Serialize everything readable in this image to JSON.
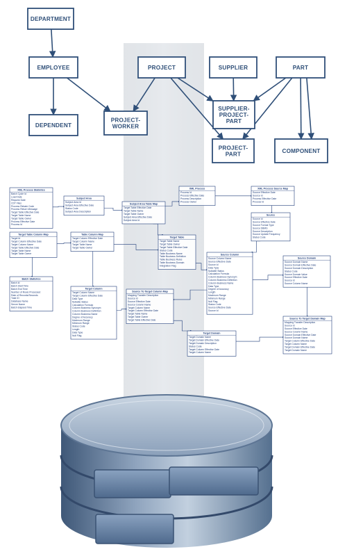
{
  "er_diagram": {
    "entities": [
      {
        "id": "department",
        "label": "DEPARTMENT"
      },
      {
        "id": "employee",
        "label": "EMPLOYEE"
      },
      {
        "id": "project",
        "label": "PROJECT"
      },
      {
        "id": "supplier",
        "label": "SUPPLIER"
      },
      {
        "id": "part",
        "label": "PART"
      },
      {
        "id": "dependent",
        "label": "DEPENDENT"
      },
      {
        "id": "project_worker",
        "label_lines": [
          "PROJECT-",
          "WORKER"
        ]
      },
      {
        "id": "supplier_project_part",
        "label_lines": [
          "SUPPLIER-",
          "PROJECT-",
          "PART"
        ]
      },
      {
        "id": "project_part",
        "label_lines": [
          "PROJECT-",
          "PART"
        ]
      },
      {
        "id": "component",
        "label": "COMPONENT"
      }
    ],
    "relationships": [
      {
        "from": "department",
        "to": "employee"
      },
      {
        "from": "employee",
        "to": "dependent"
      },
      {
        "from": "employee",
        "to": "project_worker"
      },
      {
        "from": "project",
        "to": "project_worker"
      },
      {
        "from": "project",
        "to": "supplier_project_part"
      },
      {
        "from": "project",
        "to": "project_part"
      },
      {
        "from": "supplier",
        "to": "supplier_project_part"
      },
      {
        "from": "part",
        "to": "supplier_project_part"
      },
      {
        "from": "part",
        "to": "project_part"
      },
      {
        "from": "part",
        "to": "component"
      },
      {
        "from": "part",
        "to": "component"
      }
    ]
  },
  "schema_diagram": {
    "tables": [
      {
        "title": "XML Process Statistics",
        "fields": [
          "Batch Cycle Id",
          "Load Date",
          "Request Date",
          "CDT Files",
          "Process Rebate Code",
          "Process Return Message",
          "Target Table Effective Date",
          "Target Table Name",
          "Target Table Owner",
          "Process Effective Date",
          "Process Id"
        ]
      },
      {
        "title": "Subject Area",
        "fields": [
          "Subject Area Id",
          "Subject Area Effective Date",
          "Status Code",
          "Subject Area Description"
        ]
      },
      {
        "title": "Subject Area Table Map",
        "fields": [
          "Target Table Effective Date",
          "Target Table Name",
          "Target Table Owner",
          "Subject Area Effective Date",
          "Subject Area Id"
        ]
      },
      {
        "title": "XML Process",
        "fields": [
          "Process Id",
          "Process Effective Date",
          "Process Description",
          "Process Owner"
        ]
      },
      {
        "title": "XML Process Source Map",
        "fields": [
          "Source Effective Date",
          "Source Id",
          "Process Effective Date",
          "Process Id"
        ]
      },
      {
        "title": "Source",
        "fields": [
          "Source Id",
          "Source Effective Date",
          "Source Format Type",
          "Source DBMS",
          "Source Description",
          "Source Update Frequency",
          "Status Code"
        ]
      },
      {
        "title": "Target Table",
        "fields": [
          "Target Table Name",
          "Target Table Owner",
          "Target Table Effective Date",
          "Status Code",
          "Table Business Name",
          "Table Business Definition",
          "Table Business Rules",
          "Table Business Domain",
          "Integration Flag"
        ]
      },
      {
        "title": "Target Table Column Map",
        "fields": [
          "Target Id",
          "Target Column Effective Date",
          "Target Column Name",
          "Target Table Effective Date",
          "Target Table Name",
          "Target Table Owner"
        ]
      },
      {
        "title": "Table Column Map",
        "fields": [
          "Target Column Effective Date",
          "Target Column Name",
          "Target Table Name",
          "Target Table Owner"
        ]
      },
      {
        "title": "Source Column",
        "fields": [
          "Source Column Name",
          "Source Effective Date",
          "Source Id",
          "Data Type",
          "Nullable Status",
          "Calculation Formula",
          "Column Business Synonym",
          "Column Business Definition",
          "Column Business Name",
          "Data Type",
          "Degree of Accuracy",
          "Length",
          "Maximum Range",
          "Minimum Range",
          "Null Flag",
          "Status Code",
          "Source Effective Date",
          "Source Id"
        ]
      },
      {
        "title": "Source Domain",
        "fields": [
          "Source Domain Name",
          "Source Domain Effective Date",
          "Source Domain Description",
          "Status Code",
          "Source Domain Value",
          "Source Effective Date",
          "Source Id",
          "Source Column Name"
        ]
      },
      {
        "title": "Batch Statistics",
        "fields": [
          "Batch Id",
          "Batch Start Time",
          "Batch End Time",
          "Number of Rows Processed",
          "Rate of Records/Seconds",
          "Total IO",
          "Database Name",
          "Server Name",
          "Batch Elapsed Time"
        ]
      },
      {
        "title": "Target Column",
        "fields": [
          "Target Column Name",
          "Target Column Effective Date",
          "Data Type",
          "Nullable Status",
          "Calculation Formula",
          "Column Business Synonym",
          "Column Business Definition",
          "Column Business Name",
          "Degree of Accuracy",
          "Maximum Range",
          "Minimum Range",
          "Status Code",
          "Length",
          "Data Type",
          "Null Flag"
        ]
      },
      {
        "title": "Source To Target Column Map",
        "fields": [
          "Mapping Transfer Description",
          "Source Id",
          "Source Effective Date",
          "Source Column Name",
          "Target Column Name",
          "Target Column Effective Date",
          "Target Table Name",
          "Target Table Owner",
          "Target Table Effective Date"
        ]
      },
      {
        "title": "Target Domain",
        "fields": [
          "Target Domain Name",
          "Target Domain Effective Date",
          "Target Domain Description",
          "Status Code",
          "Target Column Effective Date",
          "Target Column Name"
        ]
      },
      {
        "title": "Source To Target Domain Map",
        "fields": [
          "Mapping Transfer Description",
          "Source Id",
          "Source Effective Date",
          "Source Column Name",
          "Source Domain Effective Date",
          "Source Domain Name",
          "Target Column Effective Date",
          "Target Column Name",
          "Target Domain Effective Date",
          "Target Domain Name"
        ]
      }
    ]
  },
  "colors": {
    "er_border": "#2f4f78",
    "er_text": "#2f4f78",
    "schema_line": "#1f3d7a",
    "beam": "#d3d8de",
    "cylinder_dark": "#4a6485",
    "cylinder_light": "#9db0c7",
    "slab": "#6e88a8"
  },
  "icons": [
    "database-cylinder-icon"
  ]
}
